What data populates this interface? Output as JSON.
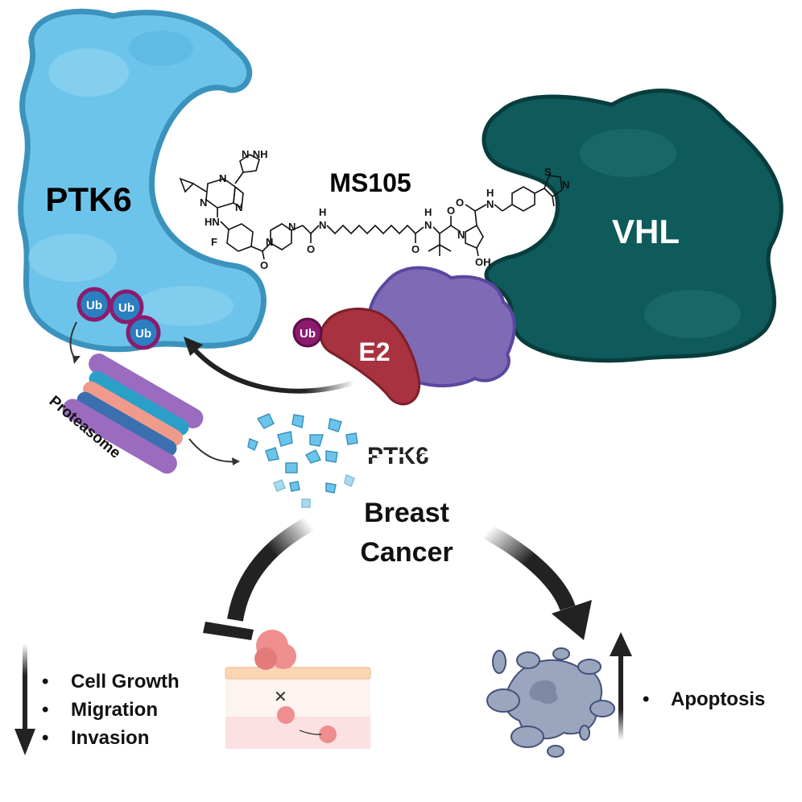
{
  "labels": {
    "ptk6": "PTK6",
    "vhl": "VHL",
    "compound": "MS105",
    "e2": "E2",
    "ub": "Ub",
    "proteasome": "Proteasome",
    "degraded_ptk6": "PTK6",
    "disease_line1": "Breast",
    "disease_line2": "Cancer",
    "apoptosis": "Apoptosis",
    "bullet": "•"
  },
  "decreased_effects": [
    "Cell Growth",
    "Migration",
    "Invasion"
  ],
  "atoms": {
    "nh_pyrazole": "N-NH",
    "n1": "N",
    "n2": "N",
    "n3": "N",
    "hn": "HN",
    "f": "F",
    "o1": "O",
    "n_pip1": "N",
    "n_pip2": "N",
    "o2": "O",
    "h1": "H",
    "n_amide1": "N",
    "o3": "O",
    "h2": "H",
    "n_amide2": "N",
    "o4": "O",
    "n_pro": "N",
    "oh": "OH",
    "o5": "O",
    "h3": "H",
    "n_amide3": "N",
    "s": "S",
    "n_thz": "N"
  },
  "colors": {
    "ptk6": "#6cc4ea",
    "ptk6_border": "#3b93bd",
    "vhl": "#0f5a5b",
    "e3": "#7f6bb5",
    "e2": "#a8323f",
    "ub": "#8c1b6e",
    "ub_inner": "#2b7fc1"
  }
}
